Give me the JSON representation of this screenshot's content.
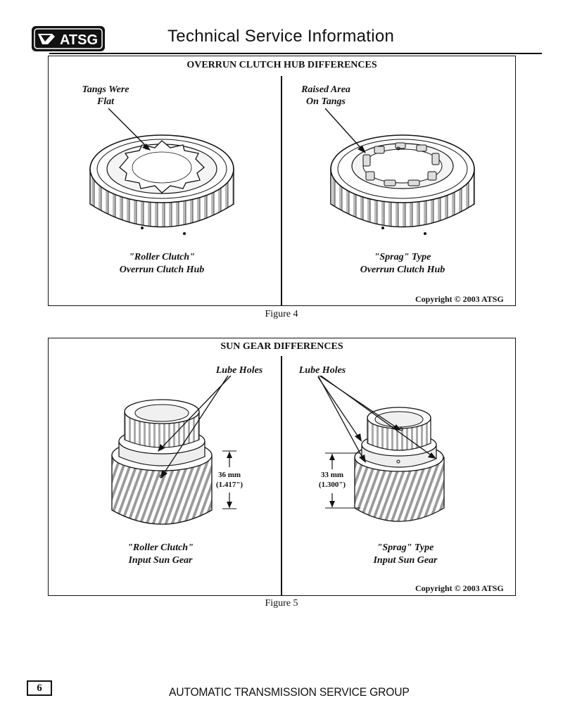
{
  "header": {
    "logo_text": "ATSG",
    "title": "Technical Service Information"
  },
  "figure4": {
    "title": "OVERRUN CLUTCH HUB DIFFERENCES",
    "left_callout": [
      "Tangs Were",
      "Flat"
    ],
    "right_callout": [
      "Raised Area",
      "On Tangs"
    ],
    "left_caption": [
      "\"Roller Clutch\"",
      "Overrun Clutch Hub"
    ],
    "right_caption": [
      "\"Sprag\" Type",
      "Overrun Clutch Hub"
    ],
    "copyright": "Copyright © 2003 ATSG",
    "label": "Figure 4"
  },
  "figure5": {
    "title": "SUN GEAR DIFFERENCES",
    "left_callout": "Lube Holes",
    "right_callout": "Lube Holes",
    "left_dimension": [
      "36 mm",
      "(1.417\")"
    ],
    "right_dimension": [
      "33 mm",
      "(1.300\")"
    ],
    "left_caption": [
      "\"Roller Clutch\"",
      "Input Sun Gear"
    ],
    "right_caption": [
      "\"Sprag\" Type",
      "Input Sun Gear"
    ],
    "copyright": "Copyright © 2003 ATSG",
    "label": "Figure 5"
  },
  "footer": {
    "page_number": "6",
    "organization": "AUTOMATIC TRANSMISSION SERVICE GROUP"
  }
}
